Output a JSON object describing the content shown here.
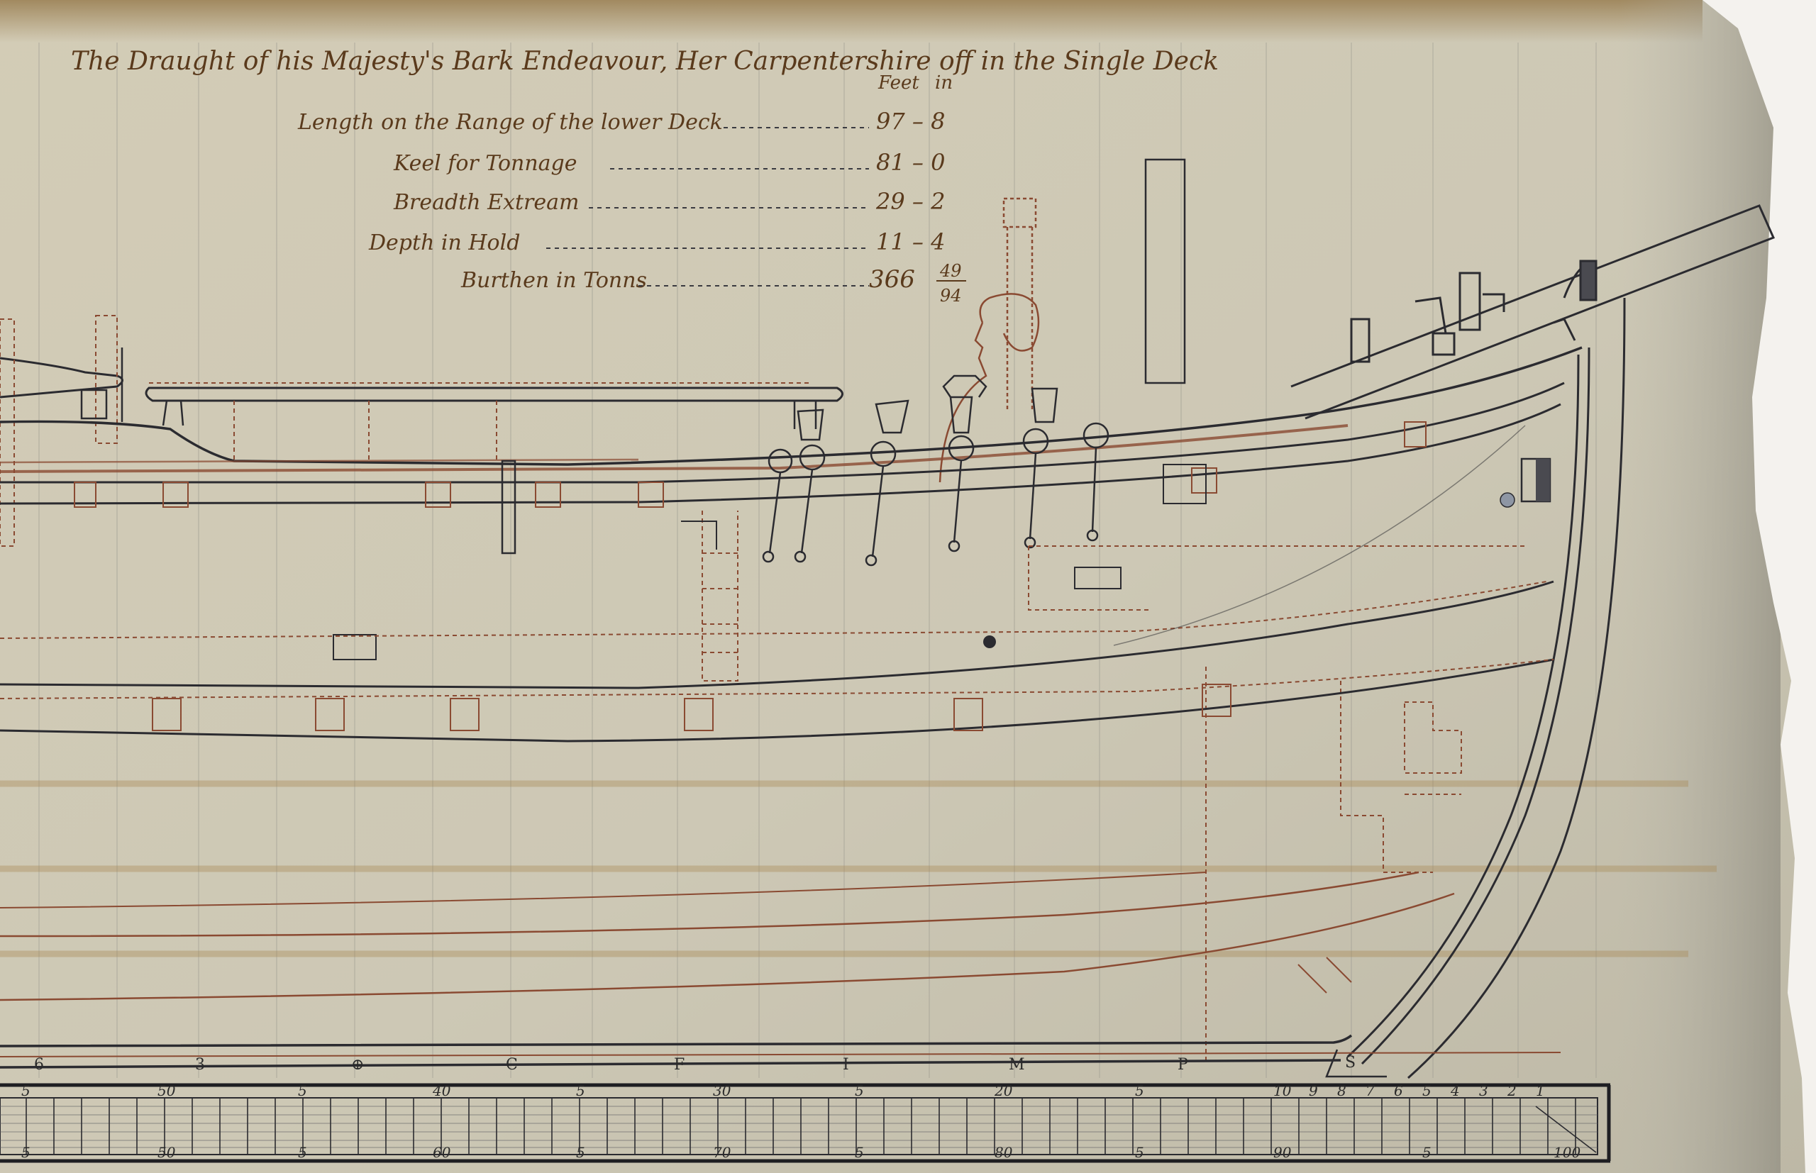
{
  "document": {
    "title": "The Draught of his Majesty's Bark Endeavour, Her Carpentershire off in the Single Deck",
    "colors": {
      "paper": "#cfc9b6",
      "paper_dark": "#a89c80",
      "ink": "#2b2b30",
      "red_ink": "#8a4a32",
      "script_ink": "#5a3a1c",
      "torn_edge": "#f4f2ee"
    }
  },
  "dimensions_table": {
    "header_feet": "Feet",
    "header_inches": "in",
    "rows": [
      {
        "label": "Length on the Range of the lower Deck",
        "value": "97 – 8"
      },
      {
        "label": "Keel for Tonnage",
        "value": "81 – 0"
      },
      {
        "label": "Breadth Extream",
        "value": "29 – 2"
      },
      {
        "label": "Depth in Hold",
        "value": "11 – 4"
      },
      {
        "label": "Burthen in Tonns",
        "value": "366",
        "fraction_num": "49",
        "fraction_den": "94"
      }
    ]
  },
  "stations": [
    "6",
    "3",
    "⊕",
    "C",
    "F",
    "I",
    "M",
    "P",
    "S"
  ],
  "scale_bar": {
    "top_labels": [
      "5",
      "50",
      "5",
      "40",
      "5",
      "30",
      "5",
      "20",
      "5",
      "10",
      "9",
      "8",
      "7",
      "6",
      "5",
      "4",
      "3",
      "2",
      "1"
    ],
    "bottom_labels": [
      "5",
      "50",
      "5",
      "60",
      "5",
      "70",
      "5",
      "80",
      "5",
      "90",
      "5",
      "100"
    ]
  }
}
